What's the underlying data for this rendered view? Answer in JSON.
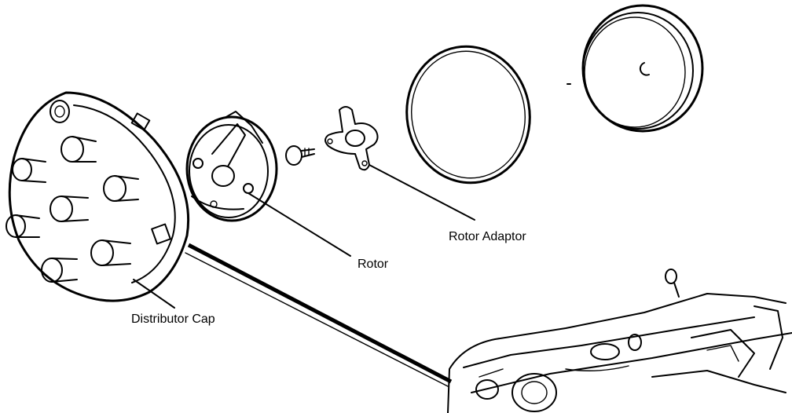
{
  "labels": {
    "rotor_adaptor": "Rotor Adaptor",
    "rotor": "Rotor",
    "distributor_cap": "Distributor Cap"
  },
  "colors": {
    "ink": "#000000",
    "paper": "#ffffff"
  }
}
